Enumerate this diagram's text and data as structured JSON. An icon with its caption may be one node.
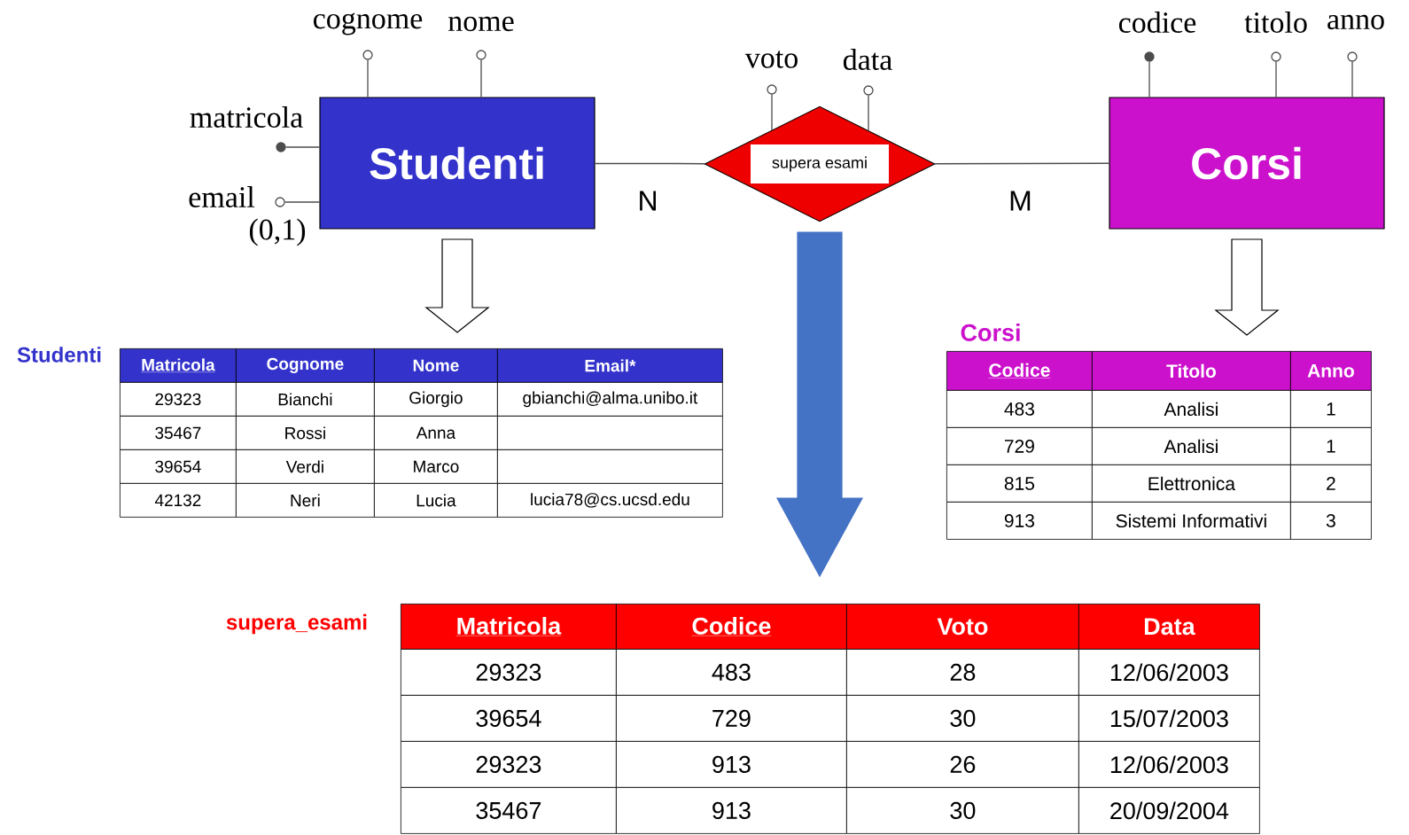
{
  "diagram": {
    "nodes": [
      {
        "text": [
          "Studenti"
        ]
      },
      {
        "text": [
          "supera esami"
        ]
      },
      {
        "text": [
          "Corsi"
        ]
      },
      {
        "text": [],
        "shape": "circle",
        "beside": [
          "cognome"
        ]
      },
      {
        "text": [],
        "shape": "circle",
        "beside": [
          "nome"
        ]
      },
      {
        "text": [],
        "shape": "dot",
        "beside": [
          "matricola"
        ]
      },
      {
        "text": [],
        "shape": "circle",
        "beside": [
          "email",
          "(0,1)"
        ]
      },
      {
        "text": [],
        "shape": "circle",
        "beside": [
          "voto"
        ]
      },
      {
        "text": [],
        "shape": "circle",
        "beside": [
          "data"
        ]
      },
      {
        "text": [],
        "shape": "dot",
        "beside": [
          "codice"
        ]
      },
      {
        "text": [],
        "shape": "circle",
        "beside": [
          "titolo"
        ]
      },
      {
        "text": [],
        "shape": "circle",
        "beside": [
          "anno"
        ]
      },
      {
        "text": [
          "Studenti",
          "Matricola",
          "Cognome",
          "Nome",
          "Email*",
          "29323",
          "Bianchi",
          "Giorgio",
          "gbianchi@alma.unibo.it",
          "35467",
          "Rossi",
          "Anna",
          "39654",
          "Verdi",
          "Marco",
          "42132",
          "Neri",
          "Lucia",
          "lucia78@cs.ucsd.edu"
        ]
      },
      {
        "text": [
          "Corsi",
          "Codice",
          "Titolo",
          "Anno",
          "483",
          "Analisi",
          "1",
          "729",
          "Analisi",
          "1",
          "815",
          "Elettronica",
          "2",
          "913",
          "Sistemi Informativi",
          "3"
        ]
      },
      {
        "text": [
          "supera_esami",
          "Matricola",
          "Codice",
          "Voto",
          "Data",
          "29323",
          "483",
          "28",
          "12/06/2003",
          "39654",
          "729",
          "30",
          "15/07/2003",
          "29323",
          "913",
          "26",
          "12/06/2003",
          "35467",
          "913",
          "30",
          "20/09/2004"
        ]
      }
    ],
    "edges": [
      {
        "from": 0,
        "to": 1,
        "arrow": "none",
        "label": "N"
      },
      {
        "from": 1,
        "to": 2,
        "arrow": "none",
        "label": "M"
      },
      {
        "from": 3,
        "to": 0,
        "arrow": "none"
      },
      {
        "from": 4,
        "to": 0,
        "arrow": "none"
      },
      {
        "from": 5,
        "to": 0,
        "arrow": "none"
      },
      {
        "from": 6,
        "to": 0,
        "arrow": "none"
      },
      {
        "from": 7,
        "to": 1,
        "arrow": "none"
      },
      {
        "from": 8,
        "to": 1,
        "arrow": "none"
      },
      {
        "from": 9,
        "to": 2,
        "arrow": "none"
      },
      {
        "from": 10,
        "to": 2,
        "arrow": "none"
      },
      {
        "from": 11,
        "to": 2,
        "arrow": "none"
      },
      {
        "from": 0,
        "to": 12,
        "arrow": "to"
      },
      {
        "from": 2,
        "to": 13,
        "arrow": "to"
      },
      {
        "from": 1,
        "to": 14,
        "arrow": "to",
        "color": "#4472c4"
      }
    ]
  }
}
